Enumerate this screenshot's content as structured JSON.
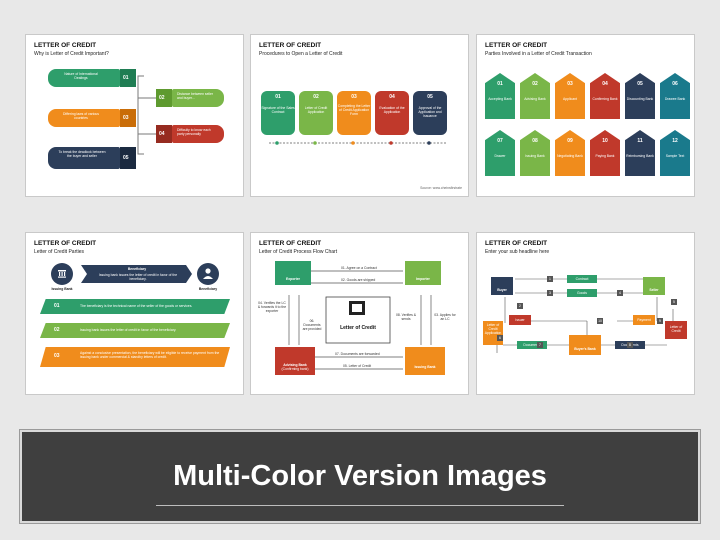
{
  "colors": {
    "green": "#2e9e6b",
    "lime": "#7ab648",
    "orange": "#f08c1c",
    "red": "#c0392b",
    "navy": "#2c3e5a",
    "teal": "#1a7a8c"
  },
  "slide1": {
    "title": "LETTER OF CREDIT",
    "subtitle": "Why is Letter of Credit Important?",
    "items": [
      {
        "num": "01",
        "text": "Nature of International Dealings"
      },
      {
        "num": "02",
        "text": "Distance between seller and buyer..."
      },
      {
        "num": "03",
        "text": "Differing laws of various countries"
      },
      {
        "num": "04",
        "text": "Difficulty to know each party personally"
      },
      {
        "num": "05",
        "text": "To break the deadlock between the buyer and seller"
      }
    ]
  },
  "slide2": {
    "title": "LETTER OF CREDIT",
    "subtitle": "Procedures to Open a Letter of Credit",
    "steps": [
      {
        "num": "01",
        "text": "Signature of the Sales Contract"
      },
      {
        "num": "02",
        "text": "Letter of Credit Application"
      },
      {
        "num": "03",
        "text": "Completing the Letter of Credit Application Form"
      },
      {
        "num": "04",
        "text": "Evaluation of the Application"
      },
      {
        "num": "05",
        "text": "Approval of the Application and Issuance"
      }
    ],
    "source": "Source: www.cheinsfirstrate"
  },
  "slide3": {
    "title": "LETTER OF CREDIT",
    "subtitle": "Parties Involved in a Letter of Credit Transaction",
    "parties": [
      {
        "num": "01",
        "label": "Accepting Bank"
      },
      {
        "num": "02",
        "label": "Advising Bank"
      },
      {
        "num": "03",
        "label": "Applicant"
      },
      {
        "num": "04",
        "label": "Confirming Bank"
      },
      {
        "num": "05",
        "label": "Discounting Bank"
      },
      {
        "num": "06",
        "label": "Drawee Bank"
      },
      {
        "num": "07",
        "label": "Drawer"
      },
      {
        "num": "08",
        "label": "Issuing Bank"
      },
      {
        "num": "09",
        "label": "Negotiating Bank"
      },
      {
        "num": "10",
        "label": "Paying Bank"
      },
      {
        "num": "11",
        "label": "Reimbursing Bank"
      },
      {
        "num": "12",
        "label": "Sample Text"
      }
    ]
  },
  "slide4": {
    "title": "LETTER OF CREDIT",
    "subtitle": "Letter of Credit Parties",
    "issuing": "Issuing Bank",
    "beneficiary_arrow": "Beneficiary",
    "arrow_text": "Issuing bank issues the letter of credit in favor of the beneficiary.",
    "beneficiary": "Beneficiary",
    "rows": [
      {
        "num": "01",
        "text": "The beneficiary is the technical name of the seller of the goods or services."
      },
      {
        "num": "02",
        "text": "Issuing bank issues the letter of credit in favor of the beneficiary."
      },
      {
        "num": "03",
        "text": "Against a conclusive presentation, the beneficiary will be eligible to receive payment from the issuing bank under commercial & standby letters of credit."
      }
    ]
  },
  "slide5": {
    "title": "LETTER OF CREDIT",
    "subtitle": "Letter of Credit Process Flow Chart",
    "exporter": "Exporter",
    "importer": "Importer",
    "advising": "Advising Bank",
    "advising_sub": "(Confirming bank)",
    "issuing": "Issuing Bank",
    "center": "Letter of Credit",
    "l01": "01. Agree on a Contract",
    "l02": "02. Goods are shipped",
    "l03": "03. Applies for an LC",
    "l04": "04. Verifies the LC & forwards it to the exporter",
    "l05": "05. Letter of Credit",
    "l06": "06. Documents are provided",
    "l07": "07. Documents are forwarded",
    "l08": "08. Verifies & sends"
  },
  "slide6": {
    "title": "LETTER OF CREDIT",
    "subtitle": "Enter your sub headline here",
    "buyer": "Buyer",
    "seller": "Seller",
    "contract": "Contract",
    "goods": "Goods",
    "issuer": "Issuer",
    "loc_app": "Letter of Credit Application",
    "documents1": "Documents",
    "buyers_bank": "Buyer's Bank",
    "documents2": "Documents",
    "payment": "Payment",
    "loc": "Letter of Credit",
    "nums": [
      "1",
      "2",
      "3",
      "4",
      "5",
      "6",
      "7",
      "8",
      "9",
      "10"
    ]
  },
  "banner": {
    "title": "Multi-Color Version Images"
  }
}
